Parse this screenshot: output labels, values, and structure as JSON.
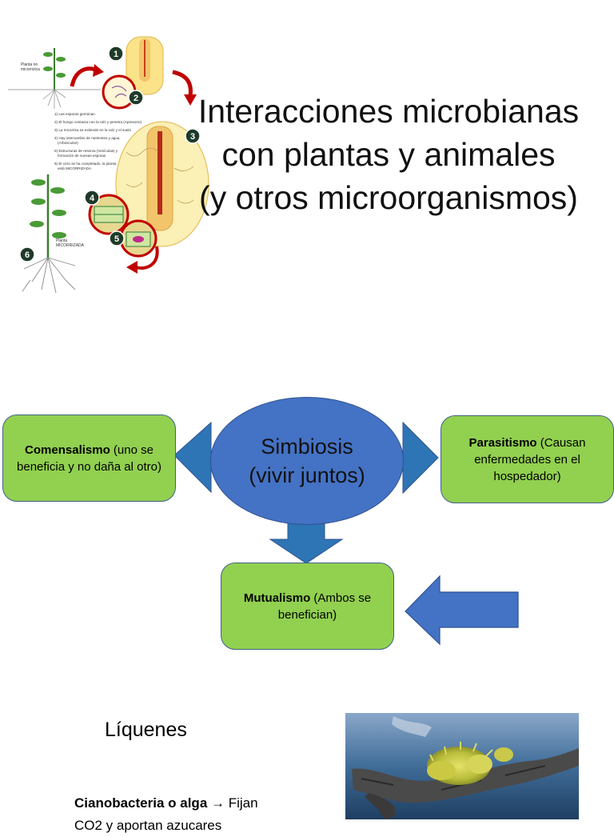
{
  "slide1": {
    "title_lines": [
      "Interacciones microbianas",
      "con plantas y animales",
      "(y otros microorganismos)"
    ],
    "diagram": {
      "plant_label": [
        "Planta no",
        "micorrizica"
      ],
      "mycorrhizal_label": [
        "Planta",
        "MICORRIZADA"
      ],
      "numbers": [
        "1",
        "2",
        "3",
        "4",
        "5",
        "6"
      ],
      "steps": [
        "1) Las esporas germinan",
        "2) El hongo contacta con la raíz y penetra (Apresorio)",
        "3) La micorriza se extiende en la raíz y el suelo",
        "4) Hay intercambio de nutrientes y agua",
        "(Arbúsculos)",
        "5) Estructuras de reserva (Vesículas) y",
        "formación de nuevas esporas",
        "6) El ciclo se ha completado, la planta",
        "está MICORRIZADA"
      ]
    }
  },
  "slide2": {
    "center": "Simbiosis (vivir juntos)",
    "comensalismo": {
      "bold": "Comensalismo",
      "rest": " (uno se beneficia y no daña al otro)"
    },
    "parasitismo": {
      "bold": "Parasitismo",
      "rest": " (Causan enfermedades en el hospedador)"
    },
    "mutualismo": {
      "bold": "Mutualismo",
      "rest": " (Ambos se benefician)"
    },
    "colors": {
      "box": "#92d050",
      "ellipse": "#4472c4",
      "arrow": "#2e75b6",
      "arrow_right": "#4472c4"
    }
  },
  "slide3": {
    "title": "Líquenes",
    "bullet_bold": "Cianobacteria o alga",
    "bullet_arrow": " → ",
    "bullet_rest": "Fijan",
    "bullet_line2": "CO2 y aportan azucares"
  }
}
